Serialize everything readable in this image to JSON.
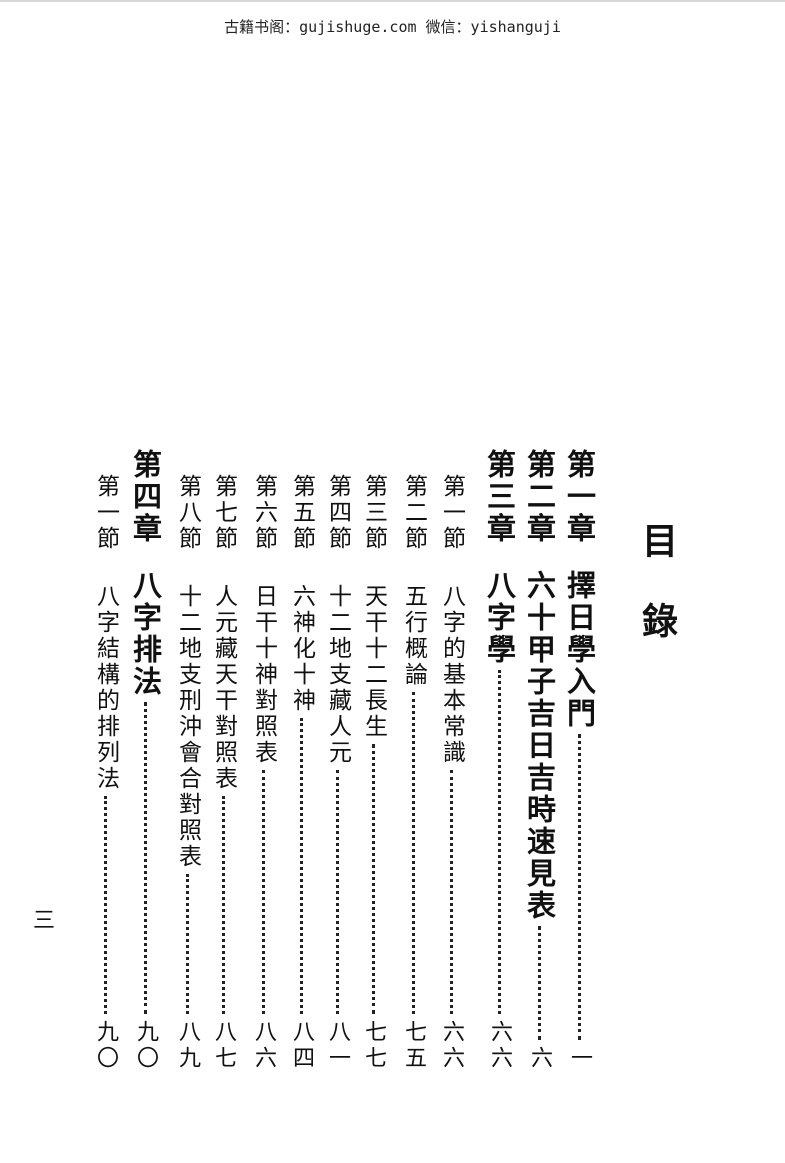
{
  "header": "古籍书阁：gujishuge.com 微信：yishanguji",
  "title": "目錄",
  "folio": "三",
  "entries": [
    {
      "label": "第一章",
      "text": "擇日學入門",
      "page": "一",
      "level": "chapter"
    },
    {
      "label": "第二章",
      "text": "六十甲子吉日吉時速見表",
      "page": "六",
      "level": "chapter"
    },
    {
      "label": "第三章",
      "text": "八字學",
      "page": "六六",
      "level": "chapter"
    },
    {
      "label": "第一節",
      "text": "八字的基本常識",
      "page": "六六",
      "level": "section"
    },
    {
      "label": "第二節",
      "text": "五行概論",
      "page": "七五",
      "level": "section"
    },
    {
      "label": "第三節",
      "text": "天干十二長生",
      "page": "七七",
      "level": "section"
    },
    {
      "label": "第四節",
      "text": "十二地支藏人元",
      "page": "八一",
      "level": "section"
    },
    {
      "label": "第五節",
      "text": "六神化十神",
      "page": "八四",
      "level": "section"
    },
    {
      "label": "第六節",
      "text": "日干十神對照表",
      "page": "八六",
      "level": "section"
    },
    {
      "label": "第七節",
      "text": "人元藏天干對照表",
      "page": "八七",
      "level": "section"
    },
    {
      "label": "第八節",
      "text": "十二地支刑沖會合對照表",
      "page": "八九",
      "level": "section"
    },
    {
      "label": "第四章",
      "text": "八字排法",
      "page": "九〇",
      "level": "chapter"
    },
    {
      "label": "第一節",
      "text": "八字結構的排列法",
      "page": "九〇",
      "level": "section"
    }
  ]
}
